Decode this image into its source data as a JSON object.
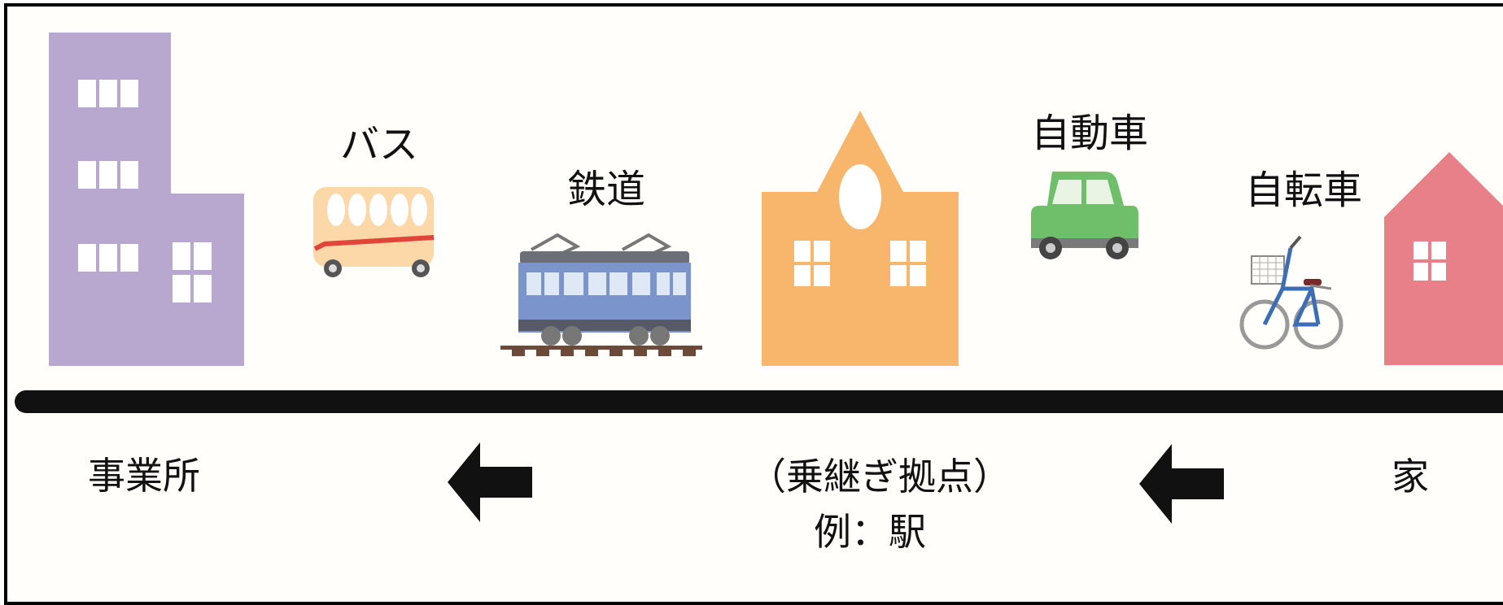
{
  "transport_labels": {
    "bus": "バス",
    "railway": "鉄道",
    "car": "自動車",
    "bicycle": "自転車"
  },
  "locations": {
    "office": "事業所",
    "hub": "（乗継ぎ拠点）",
    "hub_example": "例：駅",
    "home": "家"
  },
  "colors": {
    "office_building": "#b8a7cf",
    "station_building": "#f7b66c",
    "house": "#e8808a",
    "bus_body": "#fcd7a8",
    "bus_stripe": "#e0443a",
    "train_body": "#7b95cc",
    "car_body": "#6fbe6a",
    "bicycle_frame": "#3d6db5",
    "road": "#111111"
  }
}
